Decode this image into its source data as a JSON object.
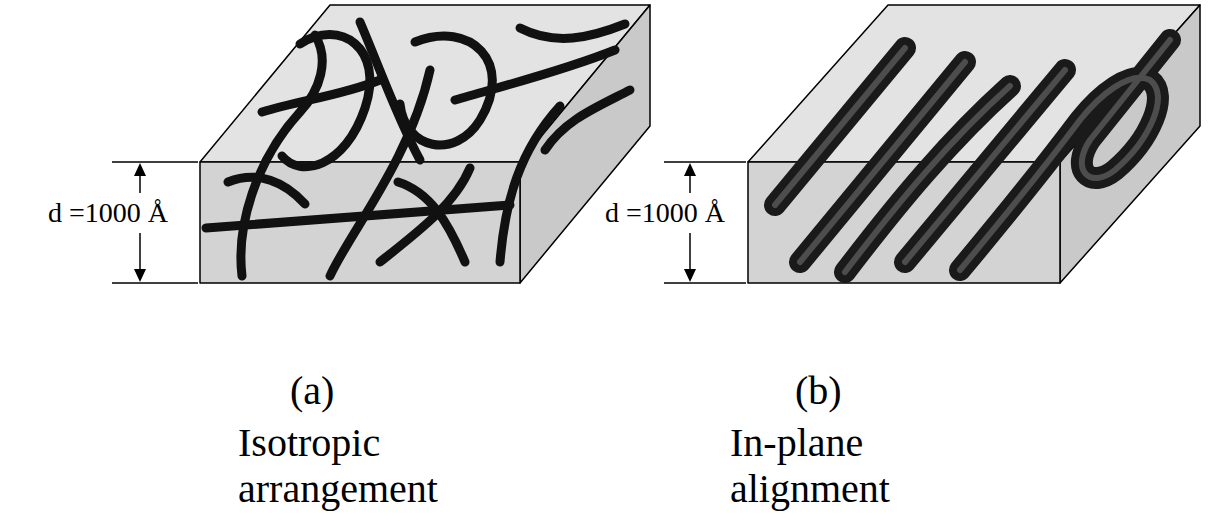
{
  "diagram": {
    "labels": [
      "d =1000 Å",
      "d =1000 Å",
      "(a)",
      "Isotropic arrangement",
      "(b)",
      "In-plane alignment"
    ]
  }
}
